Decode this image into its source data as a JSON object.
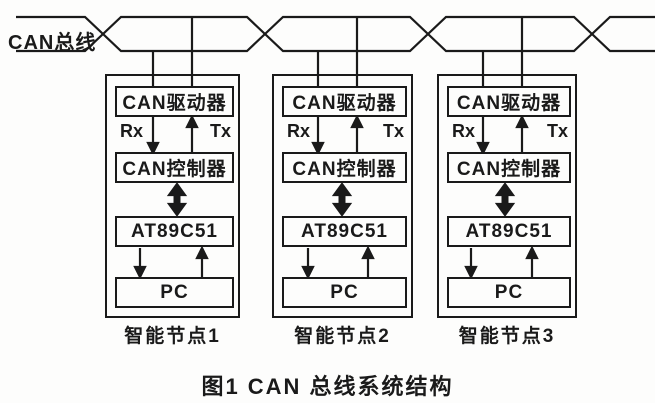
{
  "bus": {
    "label": "CAN总线"
  },
  "nodes": [
    {
      "driver": "CAN驱动器",
      "rx": "Rx",
      "tx": "Tx",
      "controller": "CAN控制器",
      "mcu": "AT89C51",
      "pc": "PC",
      "label": "智能节点1"
    },
    {
      "driver": "CAN驱动器",
      "rx": "Rx",
      "tx": "Tx",
      "controller": "CAN控制器",
      "mcu": "AT89C51",
      "pc": "PC",
      "label": "智能节点2"
    },
    {
      "driver": "CAN驱动器",
      "rx": "Rx",
      "tx": "Tx",
      "controller": "CAN控制器",
      "mcu": "AT89C51",
      "pc": "PC",
      "label": "智能节点3"
    }
  ],
  "caption": "图1  CAN 总线系统结构",
  "colors": {
    "ink": "#1a1a1a",
    "background": "#fdfdfc"
  }
}
